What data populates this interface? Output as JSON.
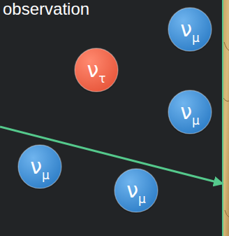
{
  "diagram": {
    "nodes": [
      {
        "text": [
          "νμ"
        ]
      },
      {
        "text": [
          "ντ"
        ]
      },
      {
        "text": [
          "νμ"
        ]
      },
      {
        "text": [
          "νμ"
        ]
      },
      {
        "text": [
          "νμ"
        ]
      }
    ],
    "labels": [
      "observation"
    ]
  }
}
